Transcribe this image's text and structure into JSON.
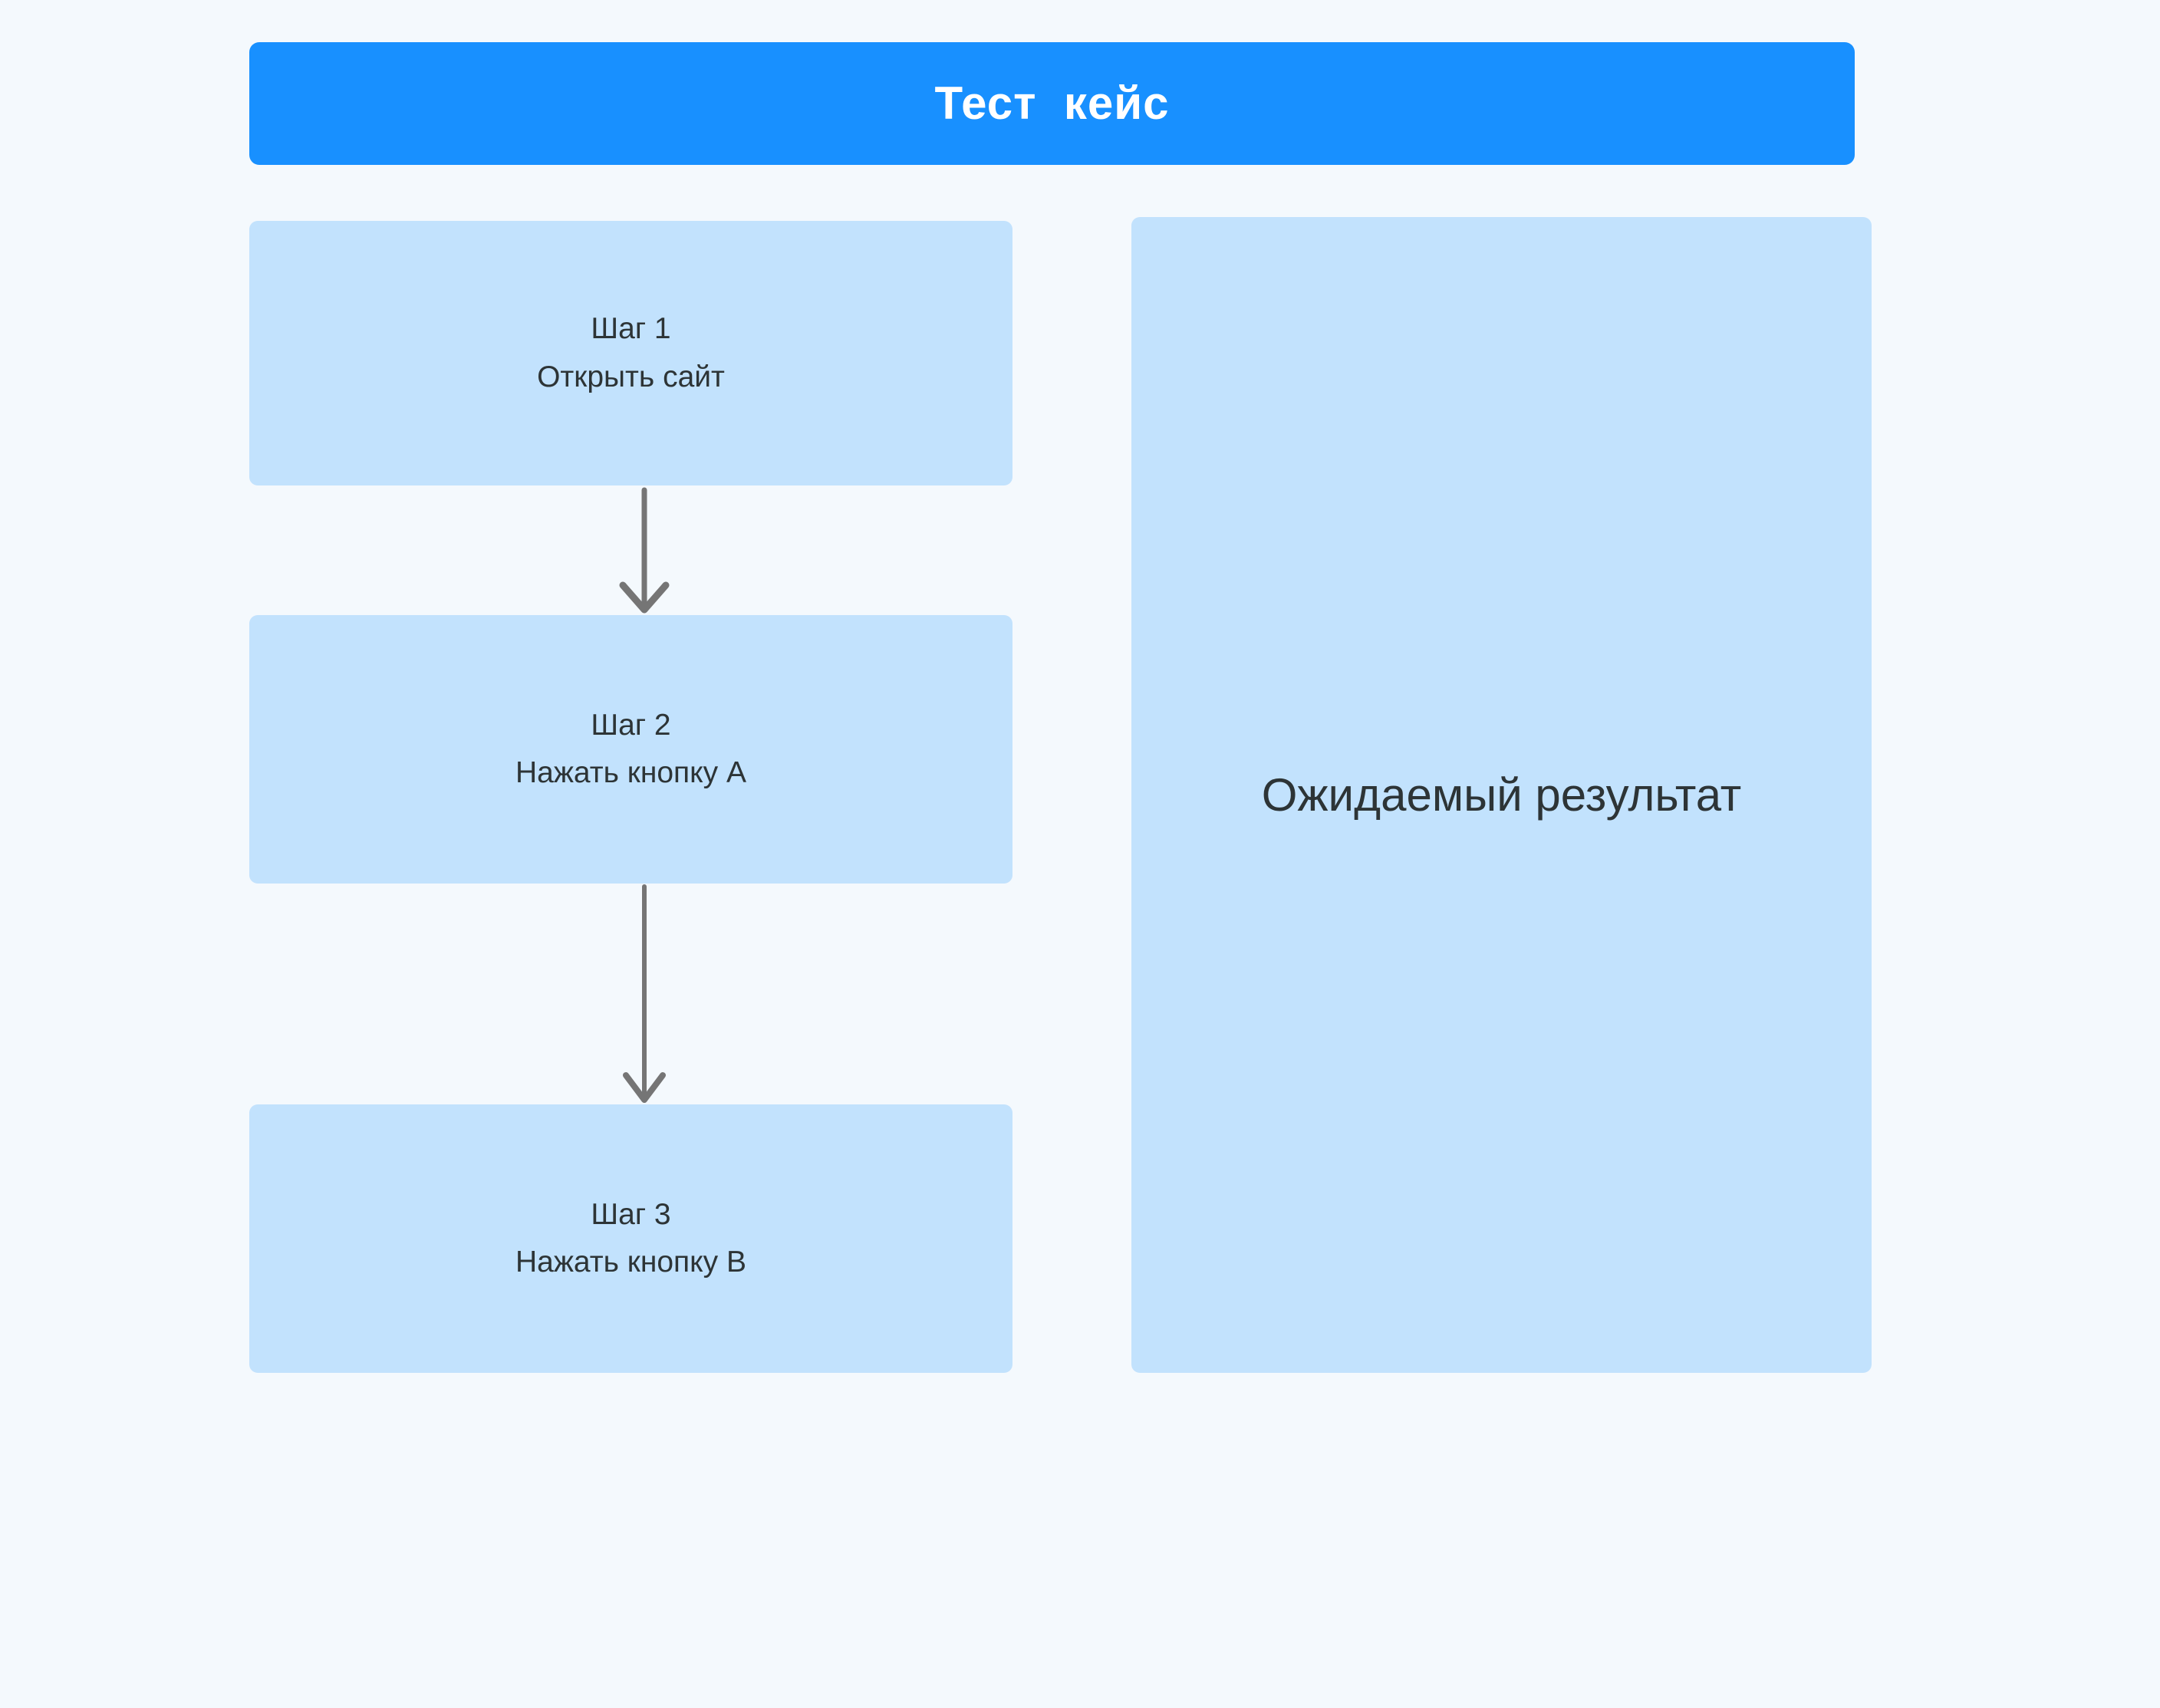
{
  "page": {
    "background_color": "#f4f9fd"
  },
  "header": {
    "title": "Тест  кейс",
    "background_color": "#1890ff",
    "text_color": "#ffffff"
  },
  "flow": {
    "box_color": "#c2e2fd",
    "text_color": "#2d3436",
    "arrow_color": "#757575",
    "steps": [
      {
        "title": "Шаг 1",
        "description": "Открыть сайт"
      },
      {
        "title": "Шаг 2",
        "description": "Нажать кнопку A"
      },
      {
        "title": "Шаг 3",
        "description": "Нажать кнопку B"
      }
    ],
    "connectors": [
      {
        "from": "Шаг 1",
        "to": "Шаг 2",
        "icon": "arrow-down-icon"
      },
      {
        "from": "Шаг 2",
        "to": "Шаг 3",
        "icon": "arrow-down-icon"
      }
    ]
  },
  "result": {
    "label": "Ожидаемый результат",
    "background_color": "#c2e2fd",
    "text_color": "#2d3436"
  }
}
